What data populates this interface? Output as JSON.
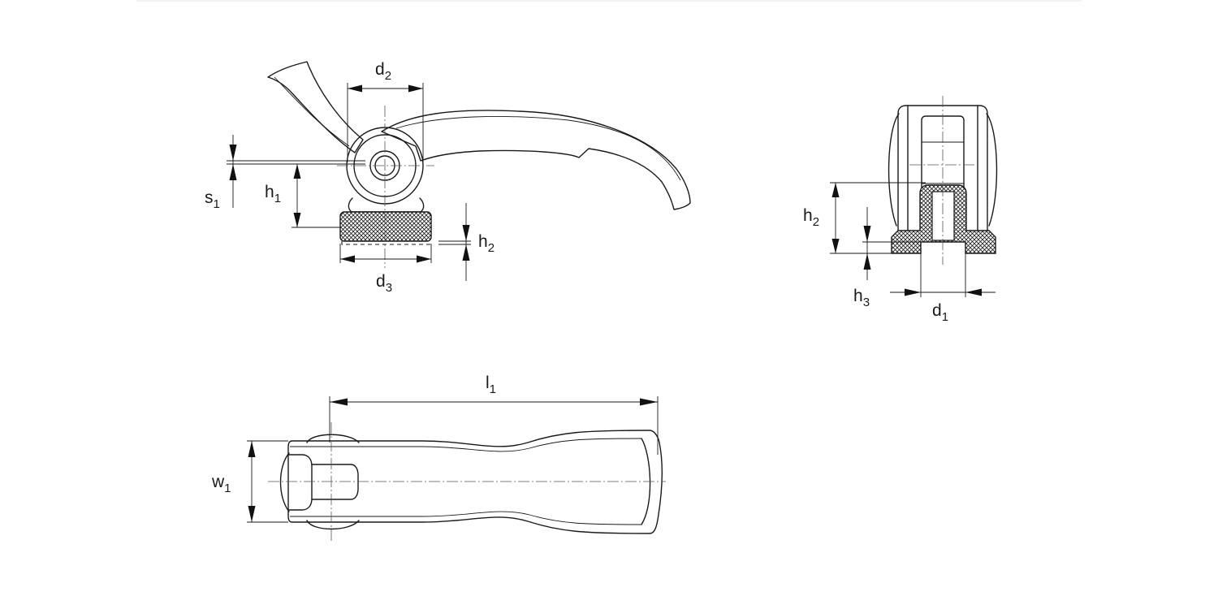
{
  "labels": {
    "d2": {
      "main": "d",
      "sub": "2"
    },
    "s1": {
      "main": "s",
      "sub": "1"
    },
    "h1": {
      "main": "h",
      "sub": "1"
    },
    "h2_front": {
      "main": "h",
      "sub": "2"
    },
    "d3": {
      "main": "d",
      "sub": "3"
    },
    "h2_side": {
      "main": "h",
      "sub": "2"
    },
    "h3": {
      "main": "h",
      "sub": "3"
    },
    "d1": {
      "main": "d",
      "sub": "1"
    },
    "l1": {
      "main": "l",
      "sub": "1"
    },
    "w1": {
      "main": "w",
      "sub": "1"
    }
  }
}
